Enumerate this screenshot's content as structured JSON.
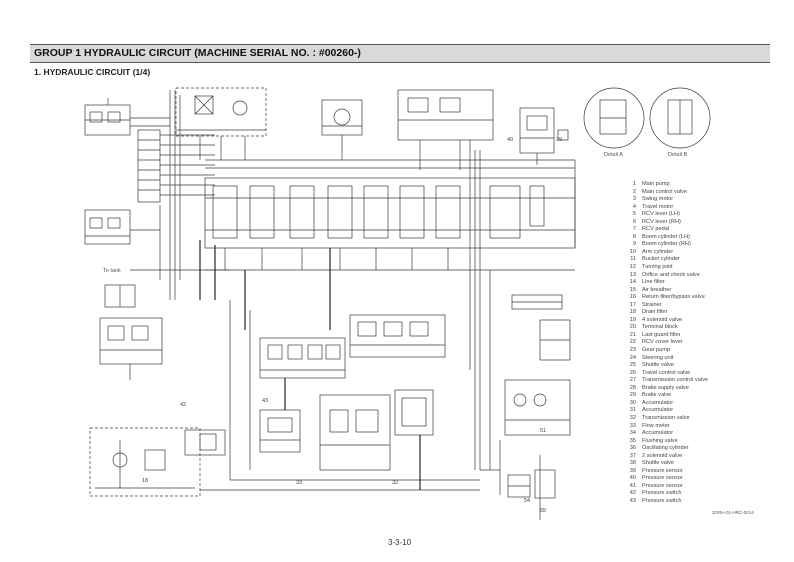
{
  "header": {
    "title": "GROUP  1  HYDRAULIC CIRCUIT (MACHINE SERIAL NO. : #00260-)"
  },
  "section": {
    "title": "1. HYDRAULIC CIRCUIT (1/4)"
  },
  "diagram": {
    "detail_a_label": "Detail A",
    "detail_b_label": "Detail B",
    "tank_label": "To tank",
    "part_labels": {
      "p40": "40",
      "p39": "39",
      "p42": "42",
      "p43": "43",
      "p33": "33",
      "p32": "32",
      "p18": "18",
      "p51": "51",
      "p54": "54",
      "p55": "55"
    }
  },
  "legend": {
    "items": [
      {
        "num": "1",
        "label": "Main pump"
      },
      {
        "num": "2",
        "label": "Main control valve"
      },
      {
        "num": "3",
        "label": "Swing motor"
      },
      {
        "num": "4",
        "label": "Travel motor"
      },
      {
        "num": "5",
        "label": "RCV lever (LH)"
      },
      {
        "num": "6",
        "label": "RCV lever (RH)"
      },
      {
        "num": "7",
        "label": "RCV pedal"
      },
      {
        "num": "8",
        "label": "Boom cylinder (LH)"
      },
      {
        "num": "9",
        "label": "Boom cylinder (RH)"
      },
      {
        "num": "10",
        "label": "Arm cylinder"
      },
      {
        "num": "11",
        "label": "Bucket cylinder"
      },
      {
        "num": "12",
        "label": "Turning joint"
      },
      {
        "num": "13",
        "label": "Orifice and check valve"
      },
      {
        "num": "14",
        "label": "Line filter"
      },
      {
        "num": "15",
        "label": "Air breather"
      },
      {
        "num": "16",
        "label": "Return filter/bypass valve"
      },
      {
        "num": "17",
        "label": "Strainer"
      },
      {
        "num": "18",
        "label": "Drain filter"
      },
      {
        "num": "19",
        "label": "4 solenoid valve"
      },
      {
        "num": "20",
        "label": "Terminal block"
      },
      {
        "num": "21",
        "label": "Last guard filter"
      },
      {
        "num": "22",
        "label": "RCV cover lever"
      },
      {
        "num": "23",
        "label": "Gear pump"
      },
      {
        "num": "24",
        "label": "Steering unit"
      },
      {
        "num": "25",
        "label": "Shuttle valve"
      },
      {
        "num": "26",
        "label": "Travel control valve"
      },
      {
        "num": "27",
        "label": "Transmission control valve"
      },
      {
        "num": "28",
        "label": "Brake supply valve"
      },
      {
        "num": "29",
        "label": "Brake valve"
      },
      {
        "num": "30",
        "label": "Accumulator"
      },
      {
        "num": "31",
        "label": "Accumulator"
      },
      {
        "num": "32",
        "label": "Transmission valve"
      },
      {
        "num": "33",
        "label": "Flow meter"
      },
      {
        "num": "34",
        "label": "Accumulator"
      },
      {
        "num": "35",
        "label": "Flushing valve"
      },
      {
        "num": "36",
        "label": "Oscillating cylinder"
      },
      {
        "num": "37",
        "label": "2 solenoid valve"
      },
      {
        "num": "38",
        "label": "Shuttle valve"
      },
      {
        "num": "39",
        "label": "Pressure sensor"
      },
      {
        "num": "40",
        "label": "Pressure sensor"
      },
      {
        "num": "41",
        "label": "Pressure sensor"
      },
      {
        "num": "42",
        "label": "Pressure switch"
      },
      {
        "num": "43",
        "label": "Pressure switch"
      }
    ]
  },
  "footer": {
    "doc_code": "2GRH-01-HRC-0014",
    "page_number": "3-3-10"
  }
}
